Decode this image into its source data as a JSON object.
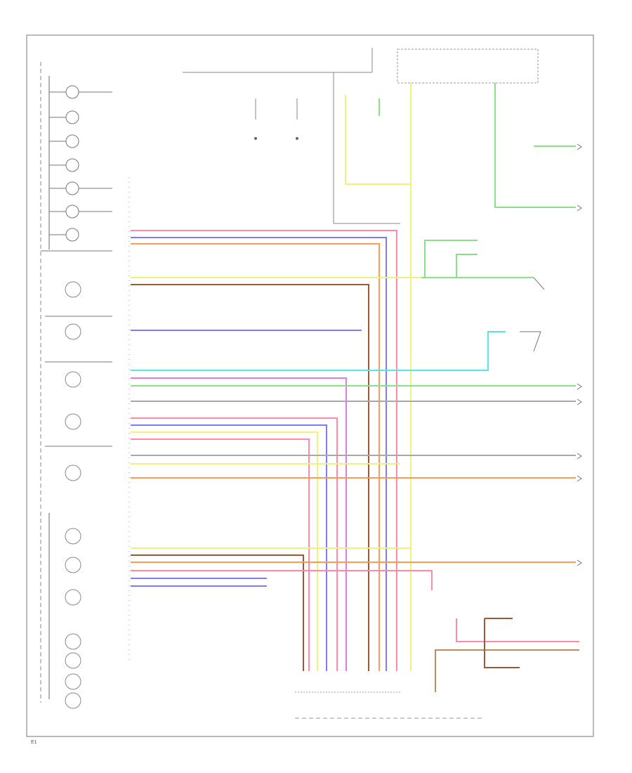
{
  "footer": {
    "code": "E1"
  },
  "colors": {
    "border": "#777777",
    "wire_black": "#555555",
    "pink": "#ff8aa8",
    "blue": "#7b7bff",
    "orange": "#ff9a55",
    "yellow": "#f2f27a",
    "green": "#88e088",
    "cyan": "#55e6ea",
    "magenta": "#e07be0",
    "brown": "#9a5a3a",
    "gray": "#a8a8a8"
  },
  "icons": [
    "gauge-icon",
    "warning-lamp-icon",
    "ground-icon",
    "connector-icon",
    "switch-icon"
  ],
  "gauges": [
    "gauge-1",
    "gauge-2",
    "gauge-3",
    "gauge-4",
    "gauge-5",
    "gauge-6",
    "gauge-7"
  ],
  "lamps": [
    "lamp-1",
    "lamp-2",
    "lamp-3",
    "lamp-4",
    "lamp-5",
    "lamp-6",
    "lamp-7",
    "lamp-8",
    "lamp-9",
    "lamp-10",
    "lamp-11",
    "lamp-12"
  ]
}
